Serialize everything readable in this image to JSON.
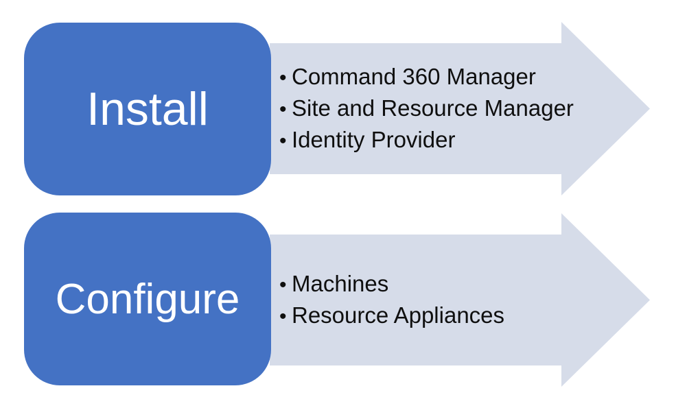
{
  "diagram": {
    "type": "process-arrow-list",
    "background": "#ffffff",
    "glyphs": {
      "bullet": "•"
    },
    "colors": {
      "box_fill": "#4472C4",
      "box_text": "#ffffff",
      "arrow_fill": "#D6DCE9",
      "bullet_text": "#0f0f0f"
    },
    "rows": [
      {
        "label": "Install",
        "bullets": [
          "Command 360 Manager",
          "Site and Resource Manager",
          "Identity Provider"
        ]
      },
      {
        "label": "Configure",
        "bullets": [
          "Machines",
          "Resource Appliances"
        ]
      }
    ]
  }
}
